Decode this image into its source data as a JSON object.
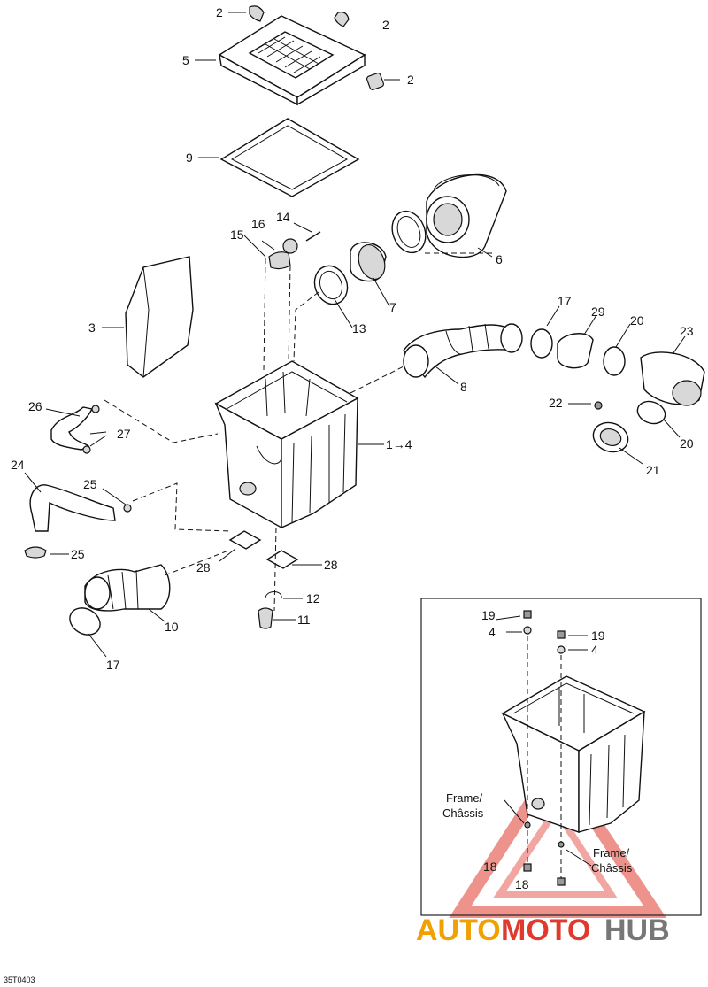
{
  "diagram": {
    "callouts": {
      "c2a": "2",
      "c2b": "2",
      "c2c": "2",
      "c5": "5",
      "c9": "9",
      "c14": "14",
      "c16": "16",
      "c15": "15",
      "c6": "6",
      "c7": "7",
      "c13": "13",
      "c3": "3",
      "c17a": "17",
      "c29": "29",
      "c20a": "20",
      "c23": "23",
      "c8": "8",
      "c22": "22",
      "c20b": "20",
      "c21": "21",
      "c26": "26",
      "c27": "27",
      "c14box": "1→4",
      "c24": "24",
      "c25a": "25",
      "c25b": "25",
      "c28a": "28",
      "c28b": "28",
      "c12": "12",
      "c11": "11",
      "c10": "10",
      "c17b": "17"
    },
    "inset": {
      "c19a": "19",
      "c4a": "4",
      "c19b": "19",
      "c4b": "4",
      "frame_a_line1": "Frame/",
      "frame_a_line2": "Châssis",
      "frame_b_line1": "Frame/",
      "frame_b_line2": "Châssis",
      "c18a": "18",
      "c18b": "18"
    },
    "drawing_code": "35T0403"
  },
  "watermark": {
    "part1": "AUTO",
    "part2": "MOTO",
    "part3": "HUB",
    "colors": {
      "auto": "#f0a000",
      "moto": "#e03a2e",
      "hub": "#777777",
      "triangle": "#e03a2e"
    }
  }
}
